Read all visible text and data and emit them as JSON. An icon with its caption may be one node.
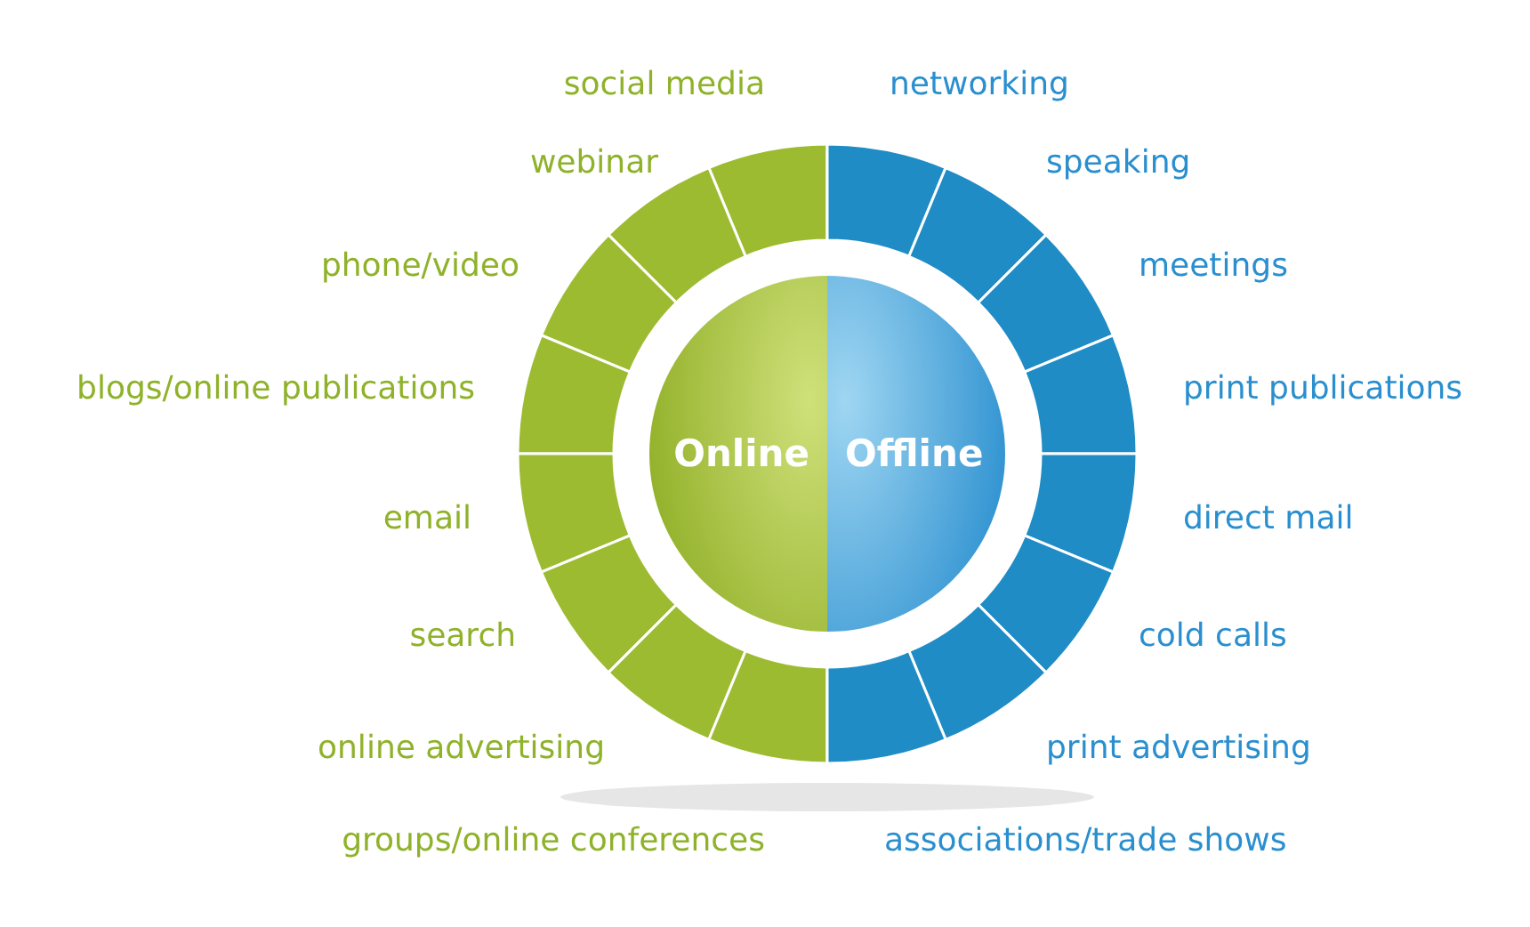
{
  "diagram": {
    "nodes": [
      {
        "text": [
          "Online"
        ]
      },
      {
        "text": [
          "Offline"
        ]
      }
    ],
    "labels": [
      "social media",
      "webinar",
      "phone/video",
      "blogs/online publications",
      "email",
      "search",
      "online advertising",
      "groups/online conferences",
      "networking",
      "speaking",
      "meetings",
      "print publications",
      "direct mail",
      "cold calls",
      "print advertising",
      "associations/trade shows"
    ]
  }
}
